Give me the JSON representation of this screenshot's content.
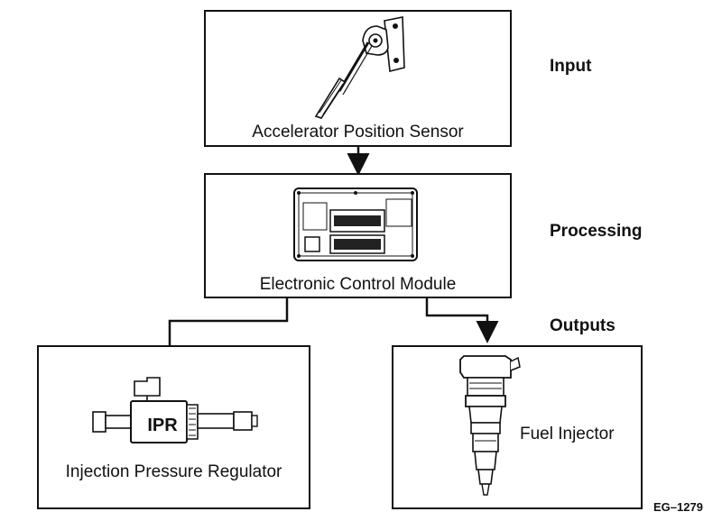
{
  "stages": {
    "input": "Input",
    "processing": "Processing",
    "outputs": "Outputs"
  },
  "components": {
    "sensor": {
      "label": "Accelerator Position Sensor",
      "icon": "accelerator-pedal-icon"
    },
    "ecm": {
      "label": "Electronic Control Module",
      "icon": "control-module-icon"
    },
    "ipr": {
      "label": "Injection Pressure Regulator",
      "badge": "IPR",
      "icon": "pressure-regulator-icon"
    },
    "injector": {
      "label": "Fuel Injector",
      "icon": "fuel-injector-icon"
    }
  },
  "figure_code": "EG–1279"
}
